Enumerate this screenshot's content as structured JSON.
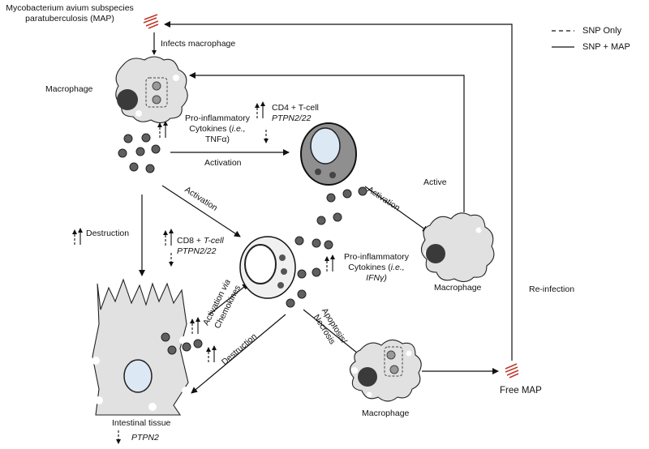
{
  "diagram": {
    "map_title_line1": "Mycobacterium avium subspecies",
    "map_title_line2": "paratuberculosis (MAP)",
    "infects_macrophage": "Infects macrophage",
    "macrophage_top": "Macrophage",
    "proinf_line1": "Pro-inflammatory",
    "proinf_line2_a": "Cytokines (",
    "proinf_line2_ie": "i.e.,",
    "proinf_line3": "TNFα)",
    "activation_h": "Activation",
    "cd4_line1": "CD4 + T-cell",
    "cd4_line2": "PTPN2/22",
    "active": "Active",
    "activation_diag1": "Activation",
    "activation_diag2": "Activation",
    "destruction_left": "Destruction",
    "cd8_a": "CD8 + ",
    "cd8_b": "T-cell",
    "cd8_line2": "PTPN2/22",
    "proinf2_line1": "Pro-inflammatory",
    "proinf2_line2_a": "Cytokines (",
    "proinf2_line2_ie": "i.e.,",
    "proinf2_line3": "IFNγ)",
    "macrophage_right": "Macrophage",
    "reinfection": "Re-infection",
    "activation_via_a": "Activation ",
    "activation_via_b": "via",
    "chemokines": "Chemokines",
    "destruction_diag": "Destruction",
    "apoptosis": "Apoptosis/",
    "necrosis": "Necrosis",
    "free_map": "Free MAP",
    "macrophage_bottom": "Macrophage",
    "intestinal_tissue": "Intestinal tissue",
    "ptpn2": "PTPN2"
  },
  "legend": {
    "snp_only": "SNP Only",
    "snp_map": "SNP + MAP"
  },
  "colors": {
    "cell_fill": "#e1e1e1",
    "dark_granule": "#3a3a3a",
    "granule": "#606060",
    "nucleus_light": "#dde8f5",
    "cd4_ring": "#8f8f8f",
    "bacteria": "#c0392b",
    "line": "#111111"
  }
}
